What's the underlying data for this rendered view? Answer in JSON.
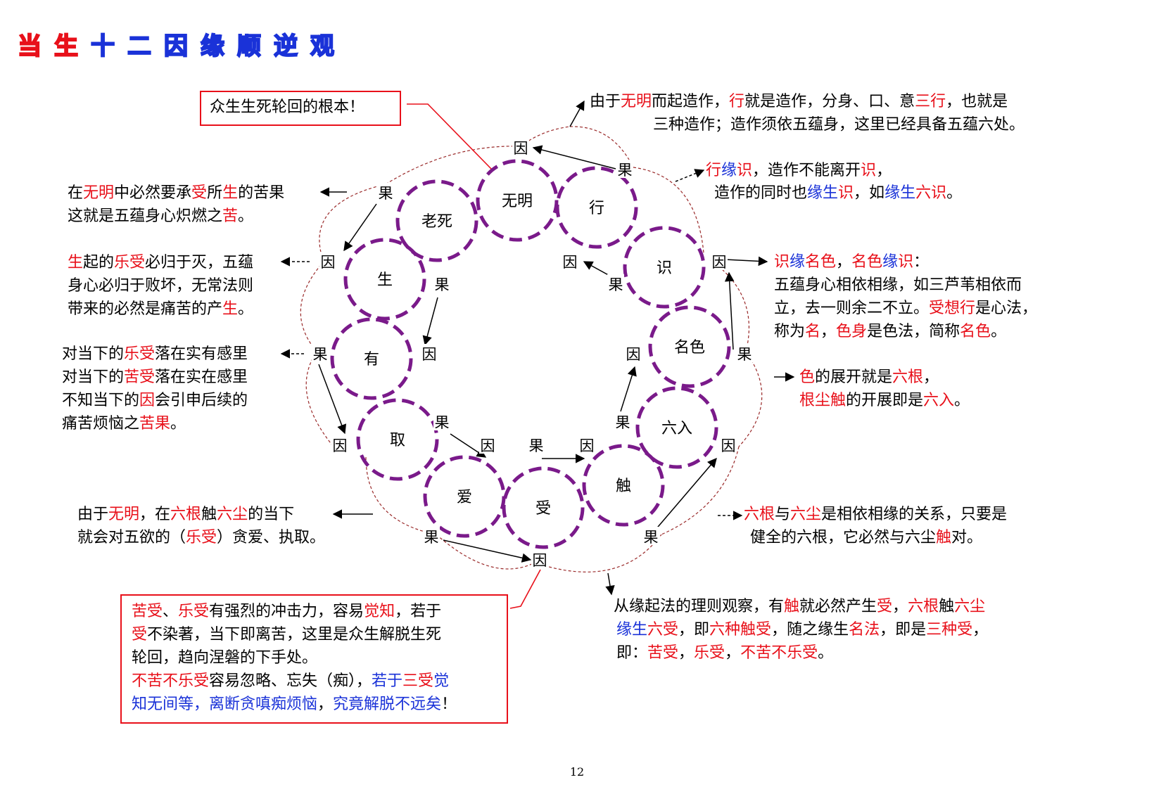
{
  "title": [
    "当",
    "生",
    "十",
    "二",
    "因",
    "缘",
    "顺",
    "逆",
    "观"
  ],
  "title_colors": [
    "#e8101a",
    "#e8101a",
    "#1a32d8",
    "#1a32d8",
    "#1a32d8",
    "#1a32d8",
    "#1a32d8",
    "#1a32d8",
    "#1a32d8"
  ],
  "colors": {
    "red": "#e8101a",
    "blue": "#1a32d8",
    "circle": "#7a1a8a",
    "thread": "#9a2a2a"
  },
  "nodes": [
    "无明",
    "行",
    "识",
    "名色",
    "六入",
    "触",
    "受",
    "爱",
    "取",
    "有",
    "生",
    "老死"
  ],
  "markers": {
    "yin": "因",
    "guo": "果"
  },
  "callouts": {
    "root": "众生生死轮回的根本！",
    "wuming_1": [
      {
        "t": "由于"
      },
      {
        "t": "无明",
        "c": "r"
      },
      {
        "t": "而起造作，"
      },
      {
        "t": "行",
        "c": "r"
      },
      {
        "t": "就是造作，分身、口、意"
      },
      {
        "t": "三行",
        "c": "r"
      },
      {
        "t": "，也就是"
      }
    ],
    "wuming_2": [
      {
        "t": "三种造作；造作须依五蕴身，这里已经具备五蕴六处。"
      }
    ],
    "xing_1": [
      {
        "t": "行",
        "c": "r"
      },
      {
        "t": "缘",
        "c": "b"
      },
      {
        "t": "识",
        "c": "r"
      },
      {
        "t": "，造作不能离开"
      },
      {
        "t": "识",
        "c": "r"
      },
      {
        "t": "，"
      }
    ],
    "xing_2": [
      {
        "t": "造作的同时也"
      },
      {
        "t": "缘生",
        "c": "b"
      },
      {
        "t": "识",
        "c": "r"
      },
      {
        "t": "，如"
      },
      {
        "t": "缘生",
        "c": "b"
      },
      {
        "t": "六识",
        "c": "r"
      },
      {
        "t": "。"
      }
    ],
    "shi_1": [
      {
        "t": "识",
        "c": "r"
      },
      {
        "t": "缘",
        "c": "b"
      },
      {
        "t": "名色",
        "c": "r"
      },
      {
        "t": "，"
      },
      {
        "t": "名色",
        "c": "r"
      },
      {
        "t": "缘",
        "c": "b"
      },
      {
        "t": "识",
        "c": "r"
      },
      {
        "t": "："
      }
    ],
    "shi_2": [
      {
        "t": "五蕴身心相依相缘，如三芦苇相依而"
      }
    ],
    "shi_3": [
      {
        "t": "立，去一则余二不立。"
      },
      {
        "t": "受想行",
        "c": "r"
      },
      {
        "t": "是心法，"
      }
    ],
    "shi_4": [
      {
        "t": "称为"
      },
      {
        "t": "名",
        "c": "r"
      },
      {
        "t": "，"
      },
      {
        "t": "色身",
        "c": "r"
      },
      {
        "t": "是色法，简称"
      },
      {
        "t": "名色",
        "c": "r"
      },
      {
        "t": "。"
      }
    ],
    "se_1": [
      {
        "t": "色",
        "c": "r"
      },
      {
        "t": "的展开就是"
      },
      {
        "t": "六根",
        "c": "r"
      },
      {
        "t": "，"
      }
    ],
    "se_2": [
      {
        "t": "根尘触",
        "c": "r"
      },
      {
        "t": "的开展即是"
      },
      {
        "t": "六入",
        "c": "r"
      },
      {
        "t": "。"
      }
    ],
    "liugen_1": [
      {
        "t": "六根",
        "c": "r"
      },
      {
        "t": "与"
      },
      {
        "t": "六尘",
        "c": "r"
      },
      {
        "t": "是相依相缘的关系，只要是"
      }
    ],
    "liugen_2": [
      {
        "t": "健全的六根，它必然与六尘"
      },
      {
        "t": "触",
        "c": "r"
      },
      {
        "t": "对。"
      }
    ],
    "chu_1": [
      {
        "t": "从缘起法的理则观察，有"
      },
      {
        "t": "触",
        "c": "r"
      },
      {
        "t": "就必然产生"
      },
      {
        "t": "受",
        "c": "r"
      },
      {
        "t": "，"
      },
      {
        "t": "六根",
        "c": "r"
      },
      {
        "t": "触"
      },
      {
        "t": "六尘",
        "c": "r"
      }
    ],
    "chu_2": [
      {
        "t": "缘生",
        "c": "b"
      },
      {
        "t": "六受",
        "c": "r"
      },
      {
        "t": "，即"
      },
      {
        "t": "六种触受",
        "c": "r"
      },
      {
        "t": "，随之缘生"
      },
      {
        "t": "名法",
        "c": "r"
      },
      {
        "t": "，即是"
      },
      {
        "t": "三种受",
        "c": "r"
      },
      {
        "t": "，"
      }
    ],
    "chu_3": [
      {
        "t": "即："
      },
      {
        "t": "苦受",
        "c": "r"
      },
      {
        "t": "，"
      },
      {
        "t": "乐受",
        "c": "r"
      },
      {
        "t": "，"
      },
      {
        "t": "不苦不乐受",
        "c": "r"
      },
      {
        "t": "。"
      }
    ],
    "laosi_1": [
      {
        "t": "在"
      },
      {
        "t": "无明",
        "c": "r"
      },
      {
        "t": "中必然要承"
      },
      {
        "t": "受",
        "c": "r"
      },
      {
        "t": "所"
      },
      {
        "t": "生",
        "c": "r"
      },
      {
        "t": "的苦果"
      }
    ],
    "laosi_2": [
      {
        "t": "这就是五蕴身心炽燃之"
      },
      {
        "t": "苦",
        "c": "r"
      },
      {
        "t": "。"
      }
    ],
    "sheng_1": [
      {
        "t": "生",
        "c": "r"
      },
      {
        "t": "起的"
      },
      {
        "t": "乐受",
        "c": "r"
      },
      {
        "t": "必归于灭，五蕴"
      }
    ],
    "sheng_2": [
      {
        "t": "身心必归于败坏，无常法则"
      }
    ],
    "sheng_3": [
      {
        "t": "带来的必然是痛苦的产"
      },
      {
        "t": "生",
        "c": "r"
      },
      {
        "t": "。"
      }
    ],
    "you_1": [
      {
        "t": "对当下的"
      },
      {
        "t": "乐受",
        "c": "r"
      },
      {
        "t": "落在实有感里"
      }
    ],
    "you_2": [
      {
        "t": "对当下的"
      },
      {
        "t": "苦受",
        "c": "r"
      },
      {
        "t": "落在实在感里"
      }
    ],
    "you_3": [
      {
        "t": "不知当下的"
      },
      {
        "t": "因",
        "c": "r"
      },
      {
        "t": "会引申后续的"
      }
    ],
    "you_4": [
      {
        "t": "痛苦烦恼之"
      },
      {
        "t": "苦果",
        "c": "r"
      },
      {
        "t": "。"
      }
    ],
    "ai_1": [
      {
        "t": "由于"
      },
      {
        "t": "无明",
        "c": "r"
      },
      {
        "t": "，在"
      },
      {
        "t": "六根",
        "c": "r"
      },
      {
        "t": "触"
      },
      {
        "t": "六尘",
        "c": "r"
      },
      {
        "t": "的当下"
      }
    ],
    "ai_2": [
      {
        "t": "就会对五欲的（"
      },
      {
        "t": "乐受",
        "c": "r"
      },
      {
        "t": "）贪爱、执取。"
      }
    ],
    "shou_1": [
      {
        "t": "苦受",
        "c": "r"
      },
      {
        "t": "、"
      },
      {
        "t": "乐受",
        "c": "r"
      },
      {
        "t": "有强烈的冲击力，容易"
      },
      {
        "t": "觉知",
        "c": "r"
      },
      {
        "t": "，若于"
      }
    ],
    "shou_2": [
      {
        "t": "受",
        "c": "r"
      },
      {
        "t": "不染著，当下即离苦，这里是众生解脱生死"
      }
    ],
    "shou_3": [
      {
        "t": "轮回，趋向涅磐的下手处。"
      }
    ],
    "shou_4": [
      {
        "t": "不苦不乐受",
        "c": "r"
      },
      {
        "t": "容易忽略、忘失（痴），"
      },
      {
        "t": "若于",
        "c": "b"
      },
      {
        "t": "三受",
        "c": "r"
      },
      {
        "t": "觉",
        "c": "b"
      }
    ],
    "shou_5": [
      {
        "t": "知无间等，",
        "c": "b"
      },
      {
        "t": "离断贪嗔痴烦恼",
        "c": "b"
      },
      {
        "t": "，"
      },
      {
        "t": "究竟解脱不远矣",
        "c": "b"
      },
      {
        "t": "！"
      }
    ]
  },
  "page_number": "12"
}
